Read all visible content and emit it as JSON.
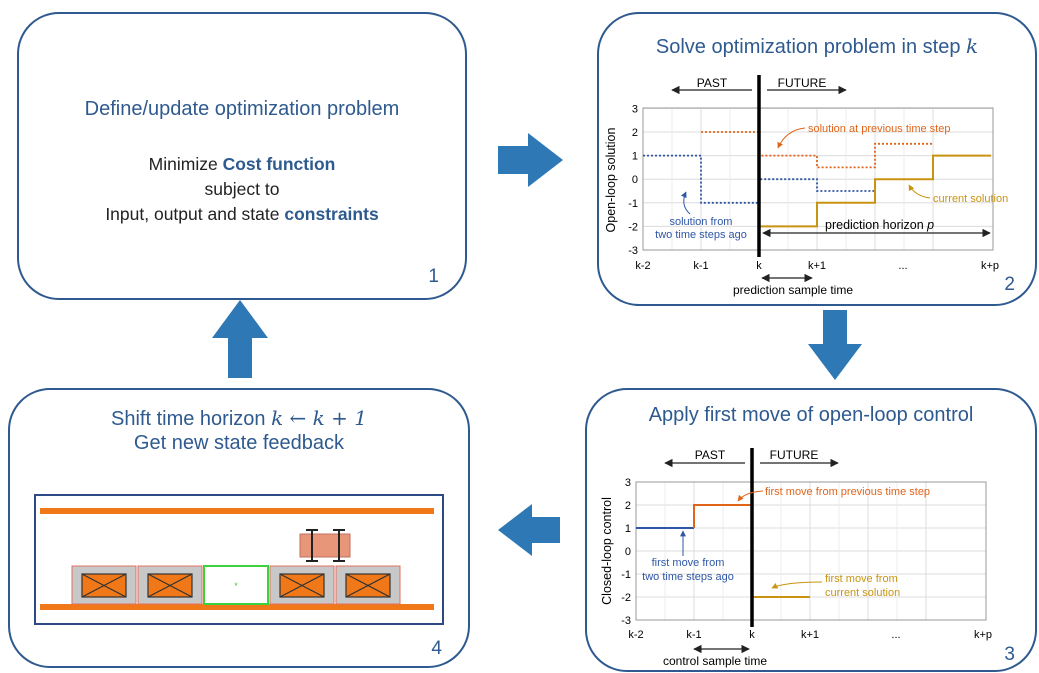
{
  "colors": {
    "box_border": "#2e5a8f",
    "arrow": "#2e78b5",
    "past_line": "#2f56a6",
    "previous_line": "#e0651b",
    "current_line": "#c89410",
    "crane_rail": "#f07818"
  },
  "step1": {
    "title": "Define/update optimization problem",
    "line1_pre": "Minimize ",
    "line1_bold": "Cost function",
    "line2": "subject to",
    "line3_pre": "Input, output and state ",
    "line3_bold": "constraints",
    "number": "1"
  },
  "step2": {
    "title_pre": "Solve optimization problem in step ",
    "title_var": "k",
    "number": "2",
    "past_label": "PAST",
    "future_label": "FUTURE",
    "ylabel": "Open-loop solution",
    "annotation_previous": "solution at previous time step",
    "annotation_current": "current solution",
    "annotation_two_ago_1": "solution from",
    "annotation_two_ago_2": "two time steps ago",
    "horizon_label_pre": "prediction horizon ",
    "horizon_label_var": "p",
    "sample_time_label": "prediction sample time"
  },
  "step3": {
    "title": "Apply first move of open-loop control",
    "number": "3",
    "past_label": "PAST",
    "future_label": "FUTURE",
    "ylabel": "Closed-loop control",
    "annotation_previous": "first move from previous time step",
    "annotation_two_ago_1": "first move from",
    "annotation_two_ago_2": "two time steps ago",
    "annotation_current_1": "first move from",
    "annotation_current_2": "current solution",
    "sample_time_label": "control sample time"
  },
  "step4": {
    "title_pre": "Shift time horizon ",
    "title_math": "k ← k + 1",
    "title_line2": "Get new state feedback",
    "number": "4"
  },
  "chart_data": [
    {
      "type": "line",
      "title": "Solve optimization problem in step k",
      "ylabel": "Open-loop solution",
      "ylim": [
        -3,
        3
      ],
      "yticks": [
        "3",
        "2",
        "1",
        "0",
        "-1",
        "-2",
        "-3"
      ],
      "xticks": [
        "k-2",
        "k-1",
        "k",
        "k+1",
        "...",
        "k+p"
      ],
      "grid": true,
      "series": [
        {
          "x": [
            -2,
            -1,
            -1,
            0,
            0,
            1,
            1,
            2
          ],
          "values": [
            1,
            1,
            -1,
            -1,
            0,
            0,
            -0.5,
            -0.5
          ]
        },
        {
          "x": [
            -1,
            0,
            0,
            1,
            1,
            2,
            2,
            3
          ],
          "values": [
            2,
            2,
            1,
            1,
            0.5,
            0.5,
            1.5,
            1.5
          ]
        },
        {
          "x": [
            0,
            1,
            1,
            2,
            2,
            3,
            3,
            4
          ],
          "values": [
            -2,
            -2,
            -1,
            -1,
            0,
            0,
            1,
            1
          ]
        }
      ]
    },
    {
      "type": "line",
      "title": "Apply first move of open-loop control",
      "ylabel": "Closed-loop control",
      "ylim": [
        -3,
        3
      ],
      "yticks": [
        "3",
        "2",
        "1",
        "0",
        "-1",
        "-2",
        "-3"
      ],
      "xticks": [
        "k-2",
        "k-1",
        "k",
        "k+1",
        "...",
        "k+p"
      ],
      "grid": true,
      "series": [
        {
          "x": [
            -2,
            -1
          ],
          "values": [
            1,
            1
          ]
        },
        {
          "x": [
            -1,
            -1,
            0,
            0
          ],
          "values": [
            1,
            2,
            2,
            -2
          ]
        },
        {
          "x": [
            0,
            1
          ],
          "values": [
            -2,
            -2
          ]
        }
      ]
    }
  ]
}
